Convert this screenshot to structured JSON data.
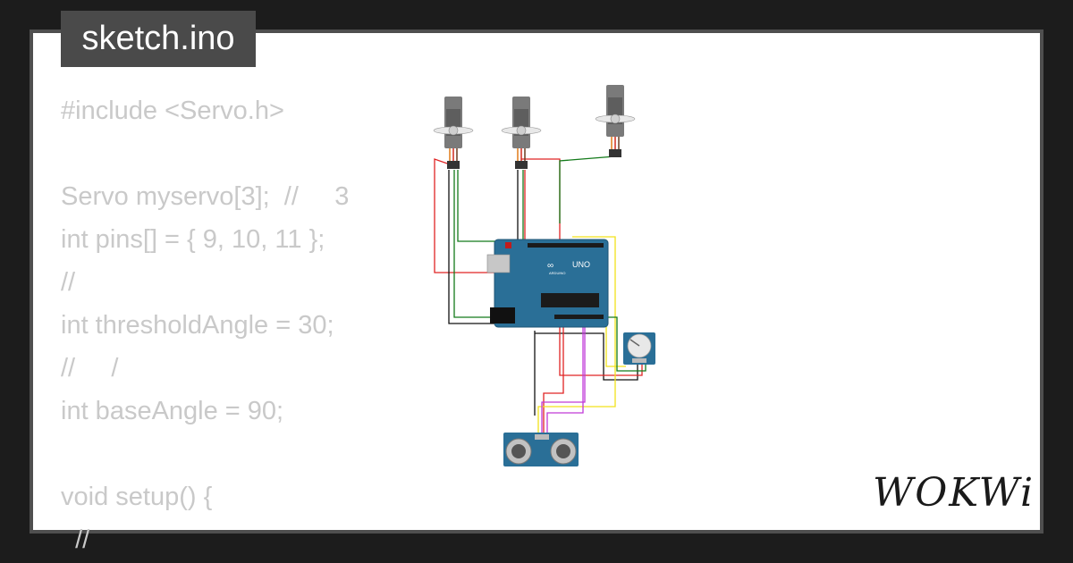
{
  "file": {
    "name": "sketch.ino"
  },
  "code_lines": [
    "#include <Servo.h>",
    "",
    "Servo myservo[3];  //     3",
    "int pins[] = { 9, 10, 11 };",
    "//",
    "int thresholdAngle = 30;",
    "//     /",
    "int baseAngle = 90;",
    "",
    "void setup() {",
    "  //"
  ],
  "board": {
    "brand": "UNO",
    "maker": "ARDUINO"
  },
  "brand": {
    "logo_text": "WOKWi"
  },
  "colors": {
    "background": "#1c1c1c",
    "tab": "#4a4a4a",
    "code_text": "#c9c9c9",
    "board": "#2a6f97",
    "wire_red": "#e02424",
    "wire_green": "#137a1a",
    "wire_black": "#111111",
    "wire_yellow": "#f2e21a",
    "wire_magenta": "#c03ad8"
  },
  "icons": [
    "servo-icon",
    "potentiometer-icon",
    "ultrasonic-sensor-icon",
    "arduino-board-icon"
  ]
}
